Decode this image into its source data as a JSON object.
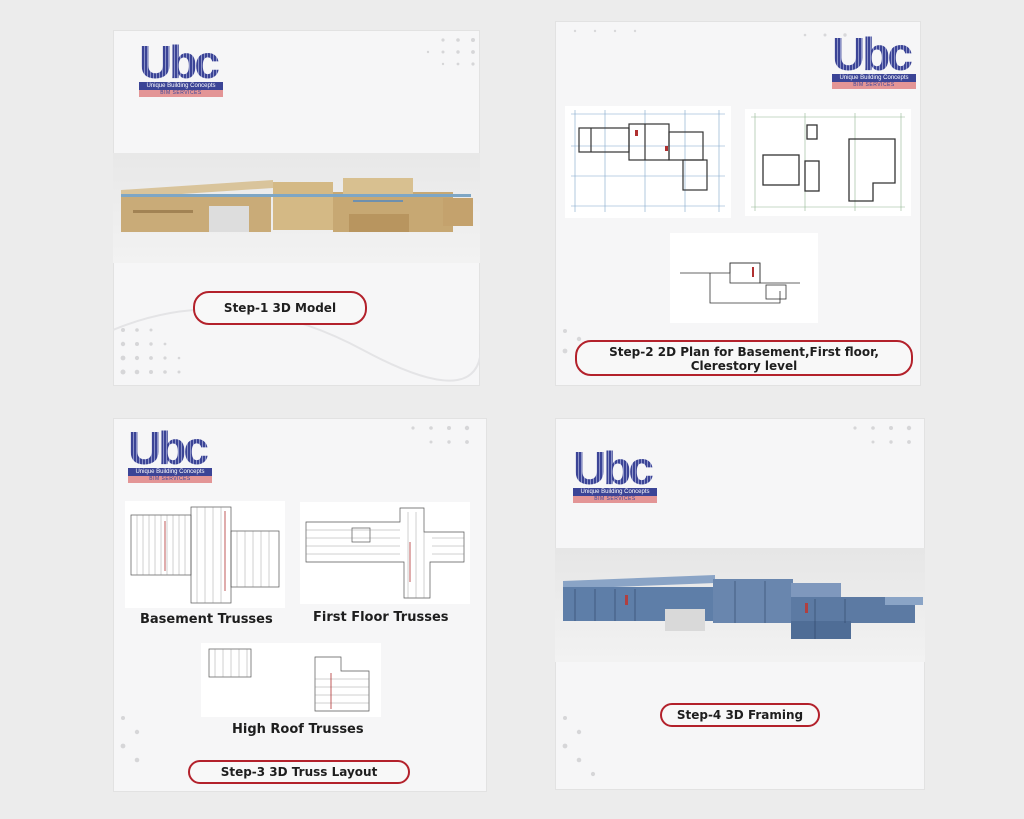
{
  "brand": {
    "mark": "Ubc",
    "name": "Unique Building Concepts",
    "tagline": "BIM SERVICES"
  },
  "steps": [
    {
      "label": "Step-1  3D Model"
    },
    {
      "label_line1": "Step-2 2D Plan for Basement,First floor,",
      "label_line2": "Clerestory level"
    },
    {
      "label": "Step-3 3D Truss Layout",
      "captions": {
        "basement": "Basement Trusses",
        "first_floor": "First Floor Trusses",
        "high_roof": "High Roof Trusses"
      }
    },
    {
      "label": "Step-4  3D Framing"
    }
  ],
  "colors": {
    "accent": "#b3212b",
    "brand_blue": "#3b4496",
    "brand_pink": "#e39596"
  }
}
